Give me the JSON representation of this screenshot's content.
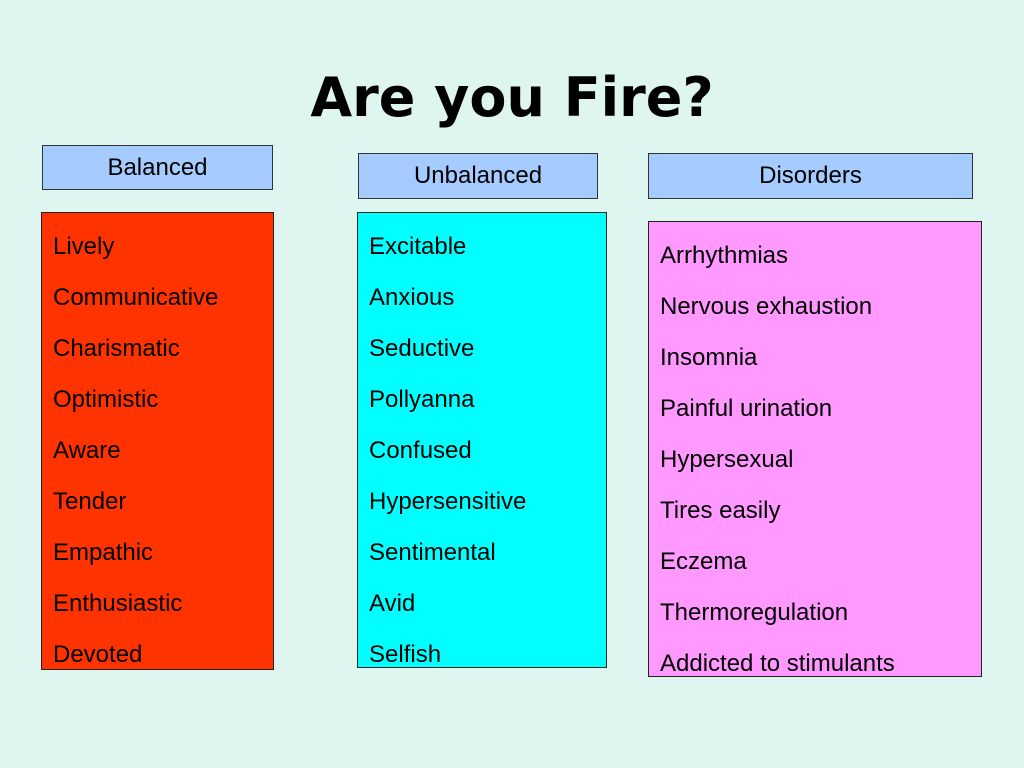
{
  "title": "Are you Fire?",
  "columns": [
    {
      "header": "Balanced",
      "items": [
        "Lively",
        "Communicative",
        "Charismatic",
        "Optimistic",
        "Aware",
        "Tender",
        "Empathic",
        "Enthusiastic",
        "Devoted"
      ]
    },
    {
      "header": "Unbalanced",
      "items": [
        "Excitable",
        "Anxious",
        "Seductive",
        "Pollyanna",
        "Confused",
        "Hypersensitive",
        "Sentimental",
        "Avid",
        "Selfish"
      ]
    },
    {
      "header": "Disorders",
      "items": [
        "Arrhythmias",
        "Nervous exhaustion",
        "Insomnia",
        "Painful urination",
        "Hypersexual",
        "Tires easily",
        "Eczema",
        "Thermoregulation",
        "Addicted to stimulants"
      ]
    }
  ],
  "colors": {
    "background": "#dff5f0",
    "header_fill": "#a6ccff",
    "balanced_fill": "#ff3300",
    "unbalanced_fill": "#00ffff",
    "disorders_fill": "#ff99ff"
  }
}
